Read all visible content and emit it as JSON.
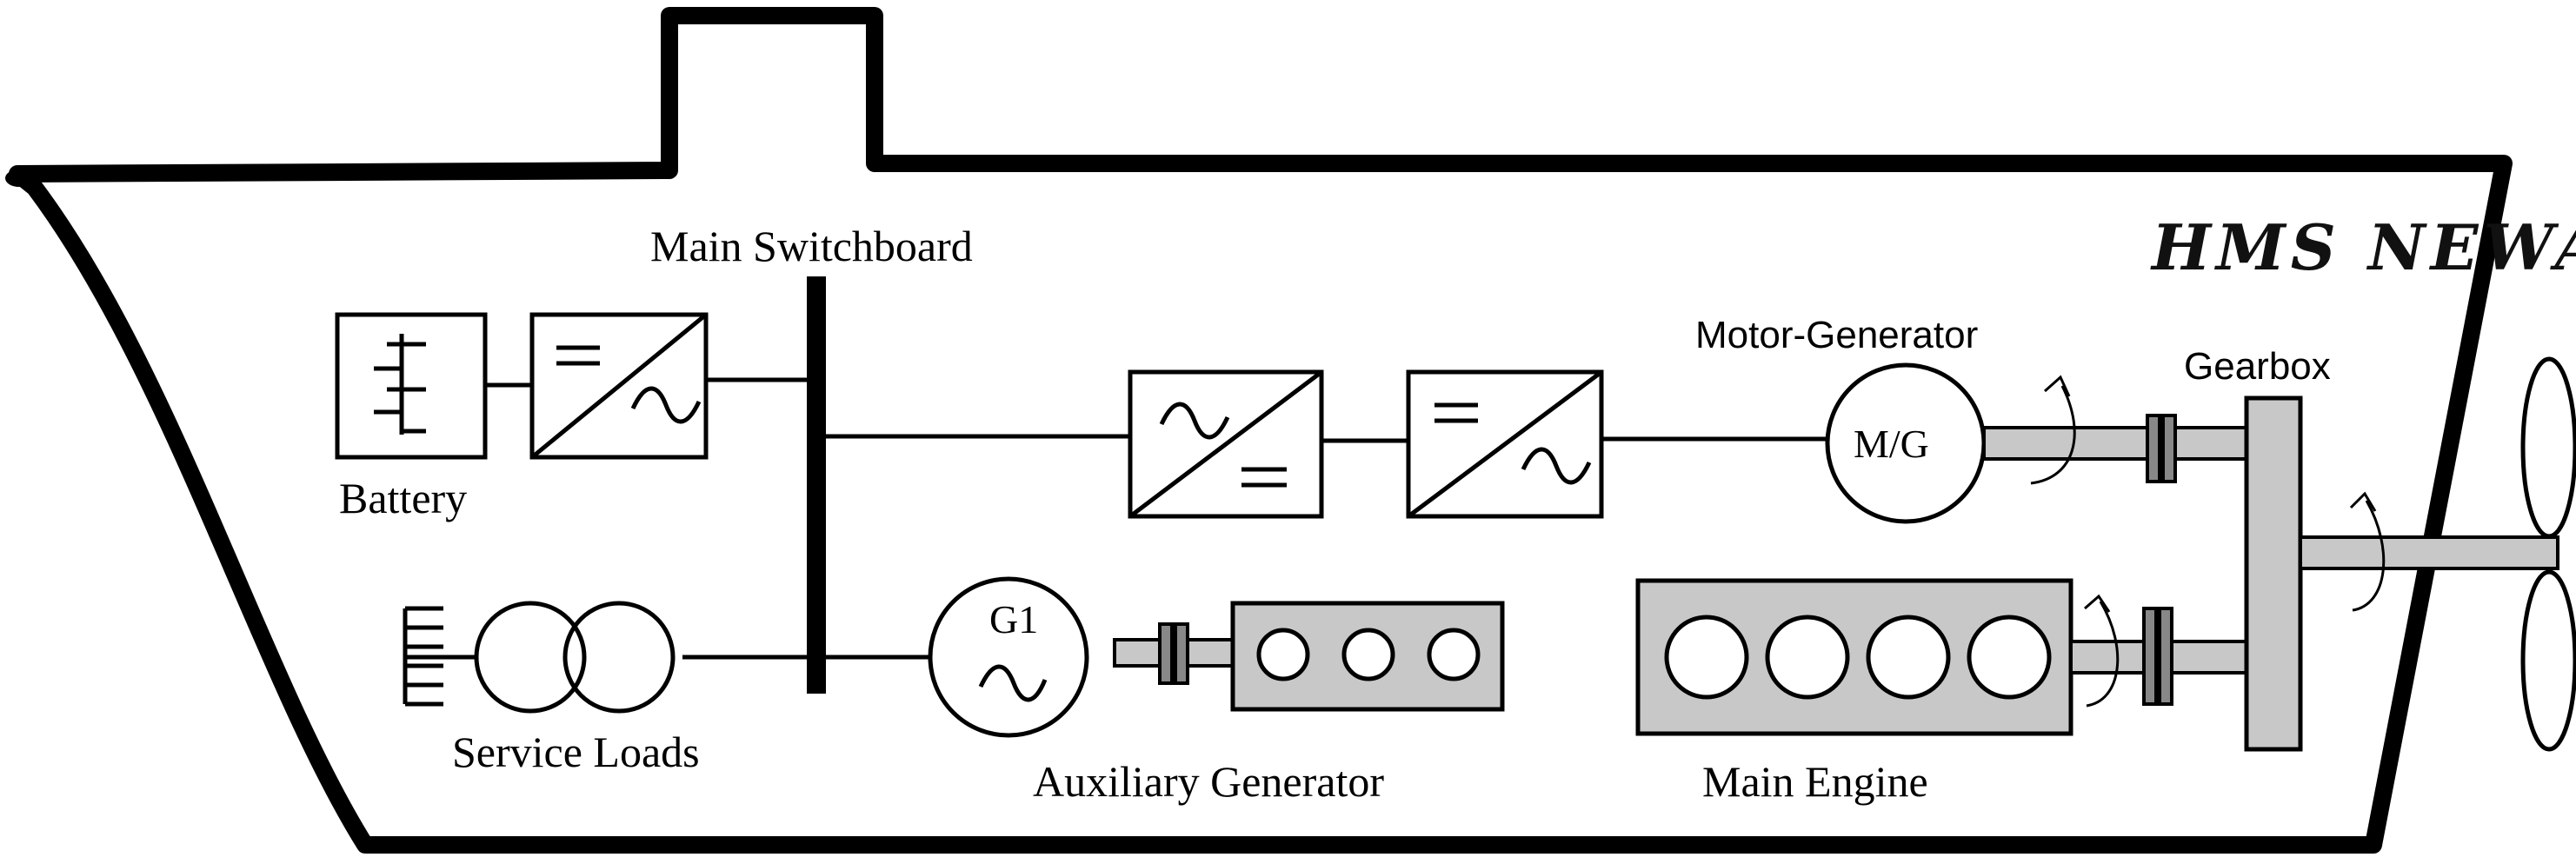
{
  "diagram": {
    "ship_name": "HMS NEWAGE",
    "labels": {
      "main_switchboard": "Main Switchboard",
      "battery": "Battery",
      "service_loads": "Service Loads",
      "auxiliary_generator": "Auxiliary Generator",
      "main_engine": "Main Engine",
      "motor_generator": "Motor-Generator",
      "gearbox": "Gearbox"
    },
    "symbols": {
      "generator": "G1",
      "motor_generator": "M/G",
      "dc_symbol": "=",
      "ac_symbol": "~"
    }
  }
}
